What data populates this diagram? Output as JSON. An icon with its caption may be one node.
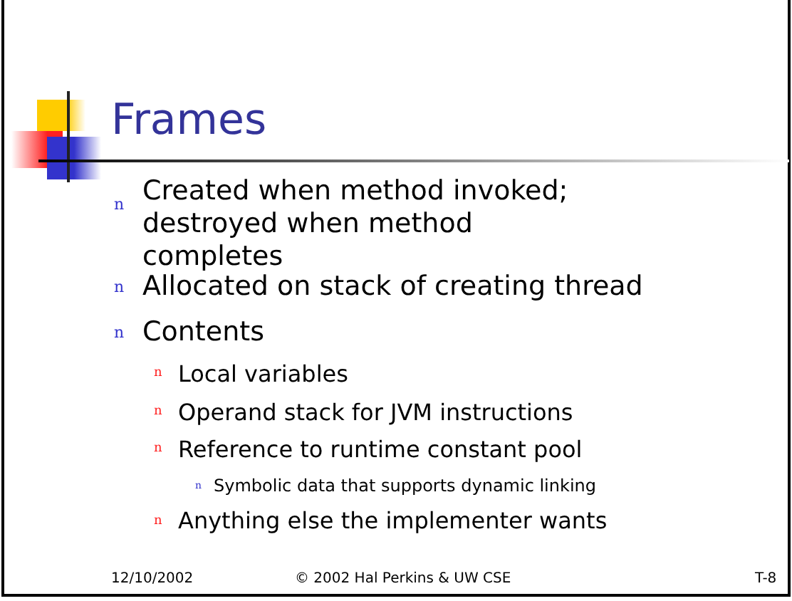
{
  "diagram": {
    "title": "Frames",
    "labels": [
      "n",
      "Created when method invoked; destroyed when method completes",
      "n",
      "Allocated on stack of creating thread",
      "n",
      "Contents",
      "n",
      "Local variables",
      "n",
      "Operand stack for JVM instructions",
      "n",
      "Reference to runtime constant pool",
      "n",
      "Symbolic data that supports dynamic linking",
      "n",
      "Anything else the implementer wants",
      "12/10/2002",
      "© 2002 Hal Perkins & UW CSE",
      "T-8"
    ]
  }
}
